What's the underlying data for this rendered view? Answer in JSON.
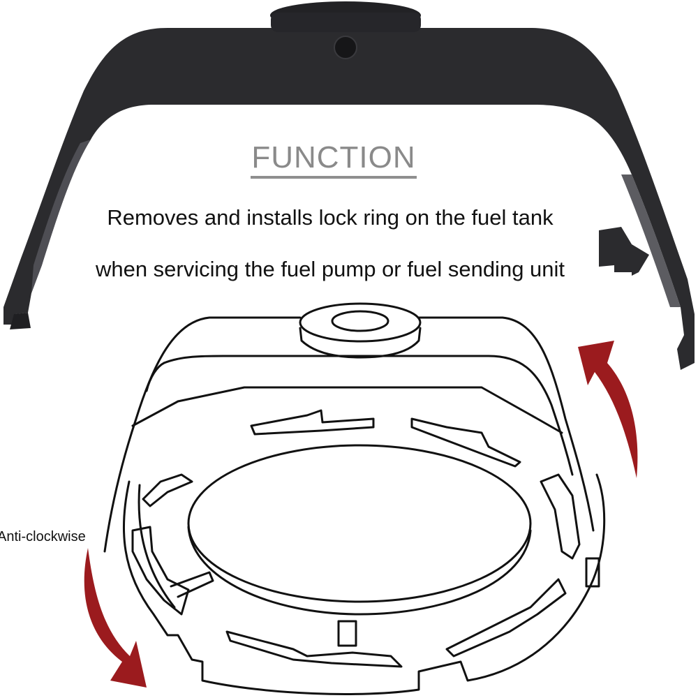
{
  "heading": "FUNCTION",
  "description": {
    "line1": "Removes and installs lock ring on the fuel tank",
    "line2": "when servicing the fuel pump or fuel sending unit"
  },
  "labels": {
    "anticlockwise": "Anti-clockwise"
  },
  "colors": {
    "wrench": "#2b2b2e",
    "wrench_highlight": "#4a4a50",
    "heading": "#8a8a8a",
    "arrow": "#9b1b1e",
    "line_art": "#111111",
    "background": "#ffffff"
  },
  "illustration": {
    "tool": "fuel tank lock ring wrench",
    "diagram": "lock ring on fuel tank with wrench",
    "arrows": [
      "clockwise-arrow",
      "anticlockwise-arrow"
    ]
  }
}
